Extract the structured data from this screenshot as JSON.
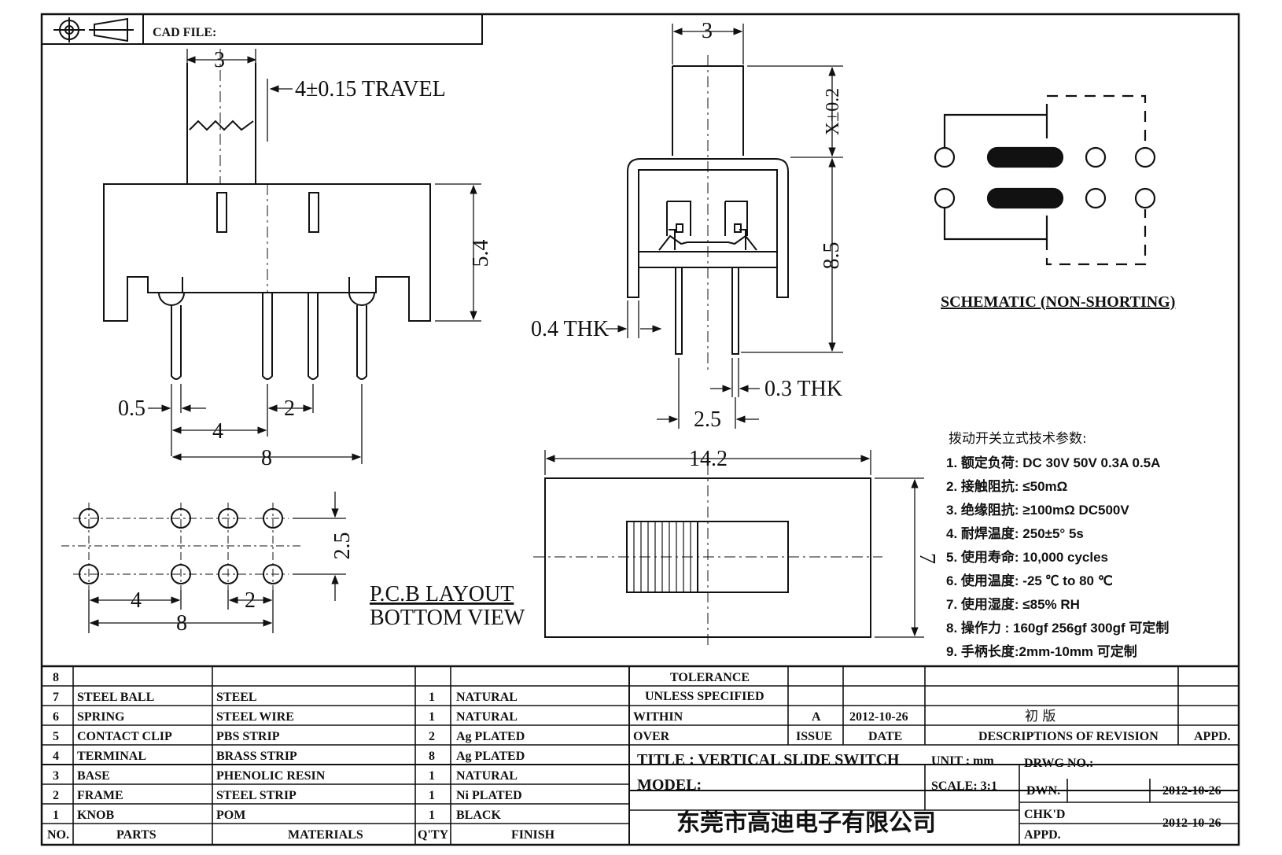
{
  "header": {
    "cad_file_label": "CAD FILE:",
    "projection_icon": "third-angle-projection-icon"
  },
  "side_view": {
    "knob_width": "3",
    "travel": "4±0.15 TRAVEL",
    "height": "5.4",
    "pin_thickness": "0.5",
    "pitch_small": "2",
    "pitch_mid": "4",
    "span": "8"
  },
  "front_view": {
    "knob_width": "3",
    "knob_height": "X±0.2",
    "body_height": "8.5",
    "frame_thk": "0.4 THK",
    "pin_thk": "0.3 THK",
    "row_pitch": "2.5"
  },
  "top_view": {
    "length": "14.2",
    "width": "7"
  },
  "pcb_layout": {
    "row_pitch": "2.5",
    "pitch_mid": "4",
    "pitch_small": "2",
    "span": "8",
    "title_line1": "P.C.B LAYOUT",
    "title_line2": "BOTTOM VIEW"
  },
  "schematic": {
    "title": "SCHEMATIC (NON-SHORTING)"
  },
  "specs": {
    "heading": "拨动开关立式技术参数:",
    "items": [
      "1. 额定负荷: DC 30V   50V   0.3A   0.5A",
      "2. 接触阻抗: ≤50mΩ",
      "3. 绝缘阻抗: ≥100mΩ  DC500V",
      "4. 耐焊温度: 250±5°  5s",
      "5. 使用寿命: 10,000 cycles",
      "6. 使用温度: -25 ℃  to 80 ℃",
      "7. 使用湿度: ≤85% RH",
      "8. 操作力 : 160gf   256gf   300gf  可定制",
      "9. 手柄长度:2mm-10mm  可定制"
    ]
  },
  "bom": {
    "rows": [
      {
        "no": "8",
        "part": "",
        "material": "",
        "qty": "",
        "finish": ""
      },
      {
        "no": "7",
        "part": "STEEL BALL",
        "material": "STEEL",
        "qty": "1",
        "finish": "NATURAL"
      },
      {
        "no": "6",
        "part": "SPRING",
        "material": "STEEL WIRE",
        "qty": "1",
        "finish": "NATURAL"
      },
      {
        "no": "5",
        "part": "CONTACT CLIP",
        "material": "PBS STRIP",
        "qty": "2",
        "finish": "Ag PLATED"
      },
      {
        "no": "4",
        "part": "TERMINAL",
        "material": "BRASS STRIP",
        "qty": "8",
        "finish": "Ag PLATED"
      },
      {
        "no": "3",
        "part": "BASE",
        "material": "PHENOLIC RESIN",
        "qty": "1",
        "finish": "NATURAL"
      },
      {
        "no": "2",
        "part": "FRAME",
        "material": "STEEL STRIP",
        "qty": "1",
        "finish": "Ni PLATED"
      },
      {
        "no": "1",
        "part": "KNOB",
        "material": "POM",
        "qty": "1",
        "finish": "BLACK"
      }
    ],
    "headers": {
      "no": "NO.",
      "part": "PARTS",
      "material": "MATERIALS",
      "qty": "Q'TY",
      "finish": "FINISH"
    }
  },
  "title_block": {
    "tolerance_line1": "TOLERANCE",
    "tolerance_line2": "UNLESS  SPECIFIED",
    "within": "WITHIN",
    "over": "OVER",
    "issue_value": "A",
    "date_value": "2012-10-26",
    "revision_desc": "初  版",
    "issue_label": "ISSUE",
    "date_label": "DATE",
    "desc_label": "DESCRIPTIONS OF REVISION",
    "appd_label": "APPD.",
    "title": "TITLE :  VERTICAL SLIDE SWITCH",
    "unit": "UNIT :  mm",
    "drwg_no": "DRWG NO.:",
    "model": "MODEL:",
    "scale": "SCALE:  3:1",
    "dwn_label": "DWN.",
    "dwn_date": "2012-10-26",
    "chkd_label": "CHK'D",
    "chkd_date": "2012-10-26",
    "appd2_label": "APPD.",
    "company": "东莞市高迪电子有限公司"
  }
}
